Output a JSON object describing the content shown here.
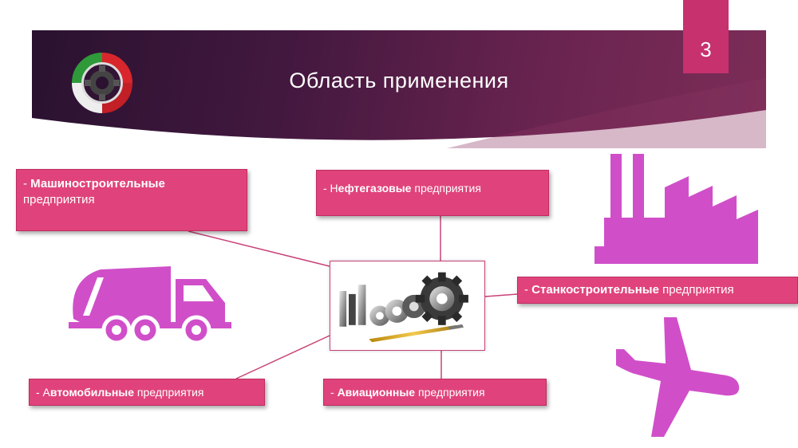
{
  "slide": {
    "number": "3",
    "title": "Область применения"
  },
  "labels": {
    "mash": {
      "prefix": "- ",
      "bold": "Машиностроительные",
      "rest": "предприятия"
    },
    "neft": {
      "prefix": "- Н",
      "bold": "ефтегазовые",
      "rest": " предприятия"
    },
    "stan": {
      "prefix": "- ",
      "bold": "Станкостроительные",
      "rest": " предприятия"
    },
    "avto": {
      "prefix": "- А",
      "bold": "втомобильные",
      "rest": " предприятия"
    },
    "avia": {
      "prefix": "- ",
      "bold": "Авиационные",
      "rest": " предприятия"
    }
  },
  "icons": {
    "logo": "gear-logo-icon",
    "factory": "factory-icon",
    "truck": "truck-icon",
    "plane": "airplane-icon",
    "tools": "cutting-tools-photo"
  },
  "colors": {
    "accent": "#e0437b",
    "number_box": "#c6316e",
    "icon_purple": "#d04fc9",
    "banner_dark": "#2a1230"
  }
}
